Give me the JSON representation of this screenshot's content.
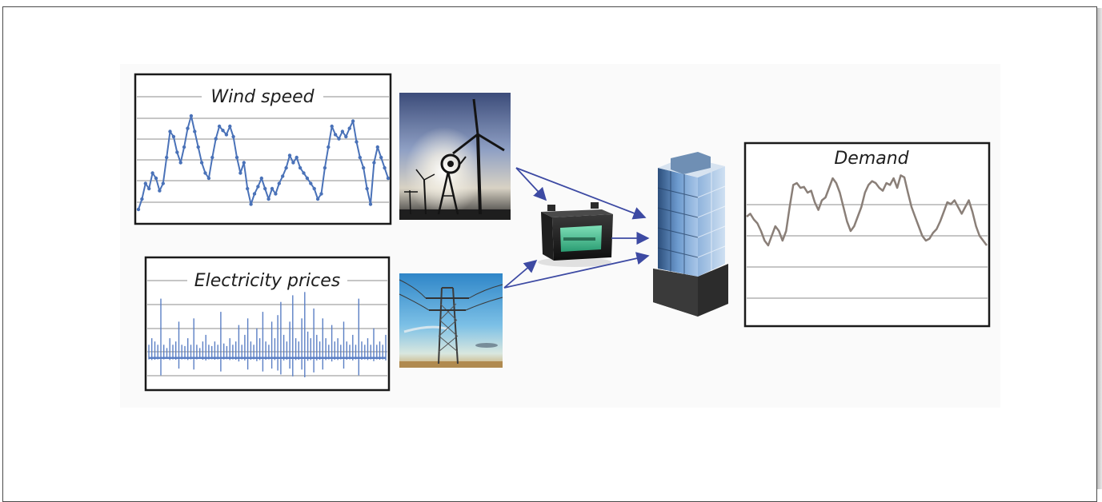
{
  "labels": {
    "wind_speed": "Wind speed",
    "electricity_prices": "Electricity prices",
    "demand": "Demand"
  },
  "icons": {
    "wind": "wind-turbines-photo",
    "pylon": "power-pylon-photo",
    "battery": "battery-icon",
    "building": "office-building-icon"
  },
  "colors": {
    "wind_line": "#4a72b8",
    "price_line": "#5b7fc4",
    "demand_line": "#8a7f78",
    "arrow": "#3d4aa3",
    "gridline": "#b4b4b4"
  },
  "chart_data": [
    {
      "type": "line",
      "title": "Wind speed",
      "series": [
        {
          "values": [
            0.1,
            0.2,
            0.35,
            0.3,
            0.45,
            0.4,
            0.28,
            0.35,
            0.6,
            0.85,
            0.8,
            0.65,
            0.55,
            0.7,
            0.88,
            1.0,
            0.85,
            0.7,
            0.55,
            0.45,
            0.4,
            0.6,
            0.78,
            0.9,
            0.86,
            0.82,
            0.9,
            0.8,
            0.6,
            0.45,
            0.55,
            0.3,
            0.15,
            0.25,
            0.32,
            0.4,
            0.3,
            0.2,
            0.3,
            0.25,
            0.35,
            0.42,
            0.5,
            0.62,
            0.55,
            0.6,
            0.5,
            0.45,
            0.4,
            0.35,
            0.3,
            0.2,
            0.25,
            0.5,
            0.7,
            0.9,
            0.82,
            0.78,
            0.85,
            0.8,
            0.88,
            0.95,
            0.75,
            0.6,
            0.5,
            0.3,
            0.15,
            0.55,
            0.7,
            0.6,
            0.5,
            0.4
          ]
        }
      ]
    },
    {
      "type": "line",
      "title": "Electricity prices",
      "series": [
        {
          "values": [
            0.2,
            0.3,
            0.25,
            0.2,
            0.9,
            0.2,
            0.15,
            0.3,
            0.2,
            0.25,
            0.55,
            0.2,
            0.18,
            0.3,
            0.2,
            0.6,
            0.2,
            0.15,
            0.25,
            0.35,
            0.2,
            0.18,
            0.25,
            0.2,
            0.7,
            0.22,
            0.18,
            0.3,
            0.2,
            0.25,
            0.5,
            0.2,
            0.35,
            0.6,
            0.25,
            0.2,
            0.45,
            0.3,
            0.7,
            0.25,
            0.2,
            0.55,
            0.3,
            0.65,
            0.85,
            0.35,
            0.25,
            0.55,
            0.95,
            0.3,
            0.25,
            0.6,
            1.0,
            0.4,
            0.3,
            0.75,
            0.35,
            0.25,
            0.6,
            0.3,
            0.2,
            0.5,
            0.25,
            0.3,
            0.2,
            0.55,
            0.25,
            0.2,
            0.35,
            0.2,
            0.9,
            0.25,
            0.2,
            0.3,
            0.2,
            0.45,
            0.2,
            0.25,
            0.2,
            0.35
          ]
        }
      ]
    },
    {
      "type": "line",
      "title": "Demand",
      "series": [
        {
          "values": [
            0.45,
            0.48,
            0.42,
            0.38,
            0.3,
            0.2,
            0.15,
            0.25,
            0.35,
            0.3,
            0.2,
            0.3,
            0.55,
            0.78,
            0.8,
            0.75,
            0.76,
            0.7,
            0.72,
            0.6,
            0.52,
            0.62,
            0.65,
            0.75,
            0.85,
            0.8,
            0.7,
            0.55,
            0.4,
            0.3,
            0.35,
            0.45,
            0.55,
            0.7,
            0.78,
            0.82,
            0.8,
            0.75,
            0.72,
            0.8,
            0.78,
            0.85,
            0.75,
            0.88,
            0.86,
            0.7,
            0.55,
            0.45,
            0.35,
            0.25,
            0.2,
            0.22,
            0.28,
            0.32,
            0.4,
            0.5,
            0.6,
            0.58,
            0.62,
            0.55,
            0.48,
            0.55,
            0.62,
            0.5,
            0.35,
            0.25,
            0.2,
            0.15
          ]
        }
      ]
    }
  ]
}
